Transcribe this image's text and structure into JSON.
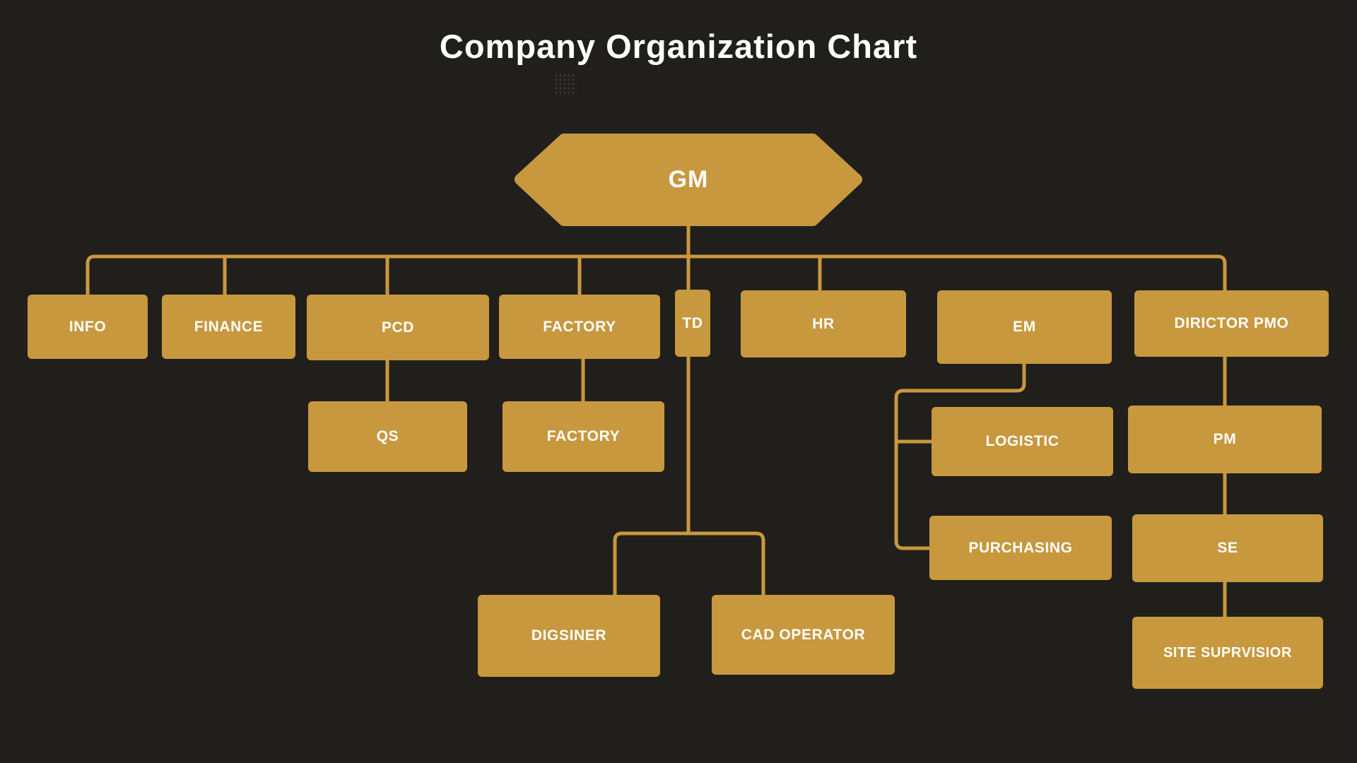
{
  "title": "Company Organization Chart",
  "colors": {
    "background": "#211F1C",
    "accent": "#C8983E",
    "label_text": "#FFFFFF",
    "dots_decoration": "#3D3D3D"
  },
  "chart_data": {
    "type": "org-chart",
    "root": "GM",
    "edges": [
      [
        "GM",
        "INFO"
      ],
      [
        "GM",
        "FINANCE"
      ],
      [
        "GM",
        "PCD"
      ],
      [
        "GM",
        "FACTORY"
      ],
      [
        "GM",
        "TD"
      ],
      [
        "GM",
        "HR"
      ],
      [
        "GM",
        "DIRICTOR PMO"
      ],
      [
        "PCD",
        "QS"
      ],
      [
        "FACTORY",
        "FACTORY (2)"
      ],
      [
        "TD",
        "DIGSINER"
      ],
      [
        "TD",
        "CAD OPERATOR"
      ],
      [
        "EM",
        "LOGISTIC"
      ],
      [
        "EM",
        "PURCHASING"
      ],
      [
        "DIRICTOR PMO",
        "PM"
      ],
      [
        "PM",
        "SE"
      ],
      [
        "SE",
        "SITE SUPRVISIOR"
      ]
    ]
  },
  "org": {
    "gm": "GM",
    "info": "INFO",
    "finance": "FINANCE",
    "pcd": "PCD",
    "factory": "FACTORY",
    "td": "TD",
    "hr": "HR",
    "em": "EM",
    "pmo": "DIRICTOR PMO",
    "qs": "QS",
    "factory2": "FACTORY",
    "logistic": "LOGISTIC",
    "purchasing": "PURCHASING",
    "pm": "PM",
    "se": "SE",
    "site": "SITE SUPRVISIOR",
    "digsiner": "DIGSINER",
    "cad": "CAD OPERATOR"
  }
}
